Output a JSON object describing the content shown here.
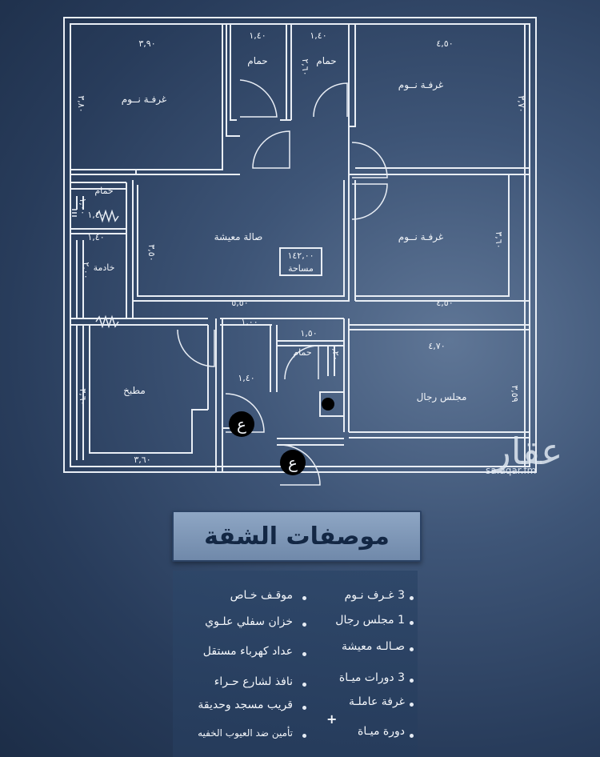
{
  "plan": {
    "rooms": {
      "bedroom_top_left": "غرفـة نــوم",
      "bath_1": "حمام",
      "bath_2": "حمام",
      "bedroom_top_right": "غرفـة نــوم",
      "bath_left": "حمام",
      "living_hall": "صالة معيشة",
      "area_label": "مساحة",
      "maid_room": "خادمة",
      "bedroom_right": "غرفـة نــوم",
      "kitchen": "مطبخ",
      "bath_mid": "حمام",
      "men_majlis": "مجلس رجال"
    },
    "dimensions": {
      "top_left_w": "٣,٩٠",
      "top_left_h": "٣,٨٠",
      "bath1_w": "١,٤٠",
      "bath2_w": "١,٤٠",
      "bath2_h": "٢,٦٠",
      "top_right_w": "٤,٥٠",
      "top_right_h": "٣,٧٠",
      "left_bath_w": "١,٤٠",
      "left_bath_h": "١,٠٠",
      "maid_w": "١,٤٠",
      "maid_h": "٢,٠٠",
      "living_h": "٣,٥٠",
      "area_value": "١٤٢,٠٠",
      "living_w": "٥,٥٠",
      "right_bed_w": "٤,٥٠",
      "right_bed_h": "٣,٦٠",
      "corridor_w": "١,٠٠",
      "mid_bath_w": "١,٥٠",
      "mid_bath_h": "١,٢٠",
      "majlis_w": "٤,٧٠",
      "majlis_h": "٣,٥٩",
      "entry_w": "١,٤٠",
      "kitchen_h": "٣,٦٠",
      "kitchen_w": "٣,٦٠",
      "entrance_1": "ع",
      "entrance_2": "ع"
    }
  },
  "watermark": {
    "logo_text": "عقار",
    "url": "sa.aqar.fm"
  },
  "specs": {
    "title": "موصفات الشقة",
    "left_items": [
      "موقـف خـاص",
      "خزان سفلي علـوي",
      "عداد كهرباء مستقل",
      "نافذ لشارع حـراء",
      "قريب مسجد وحديقة",
      "تأمين ضد العيوب الخفيه"
    ],
    "right_items": [
      "3 غـرف نـوم",
      "1 مجلس رجال",
      "صـالـه معيشة",
      "3 دورات ميـاة",
      "غرفة عاملـة",
      "دورة ميـاة"
    ],
    "plus": "+"
  }
}
